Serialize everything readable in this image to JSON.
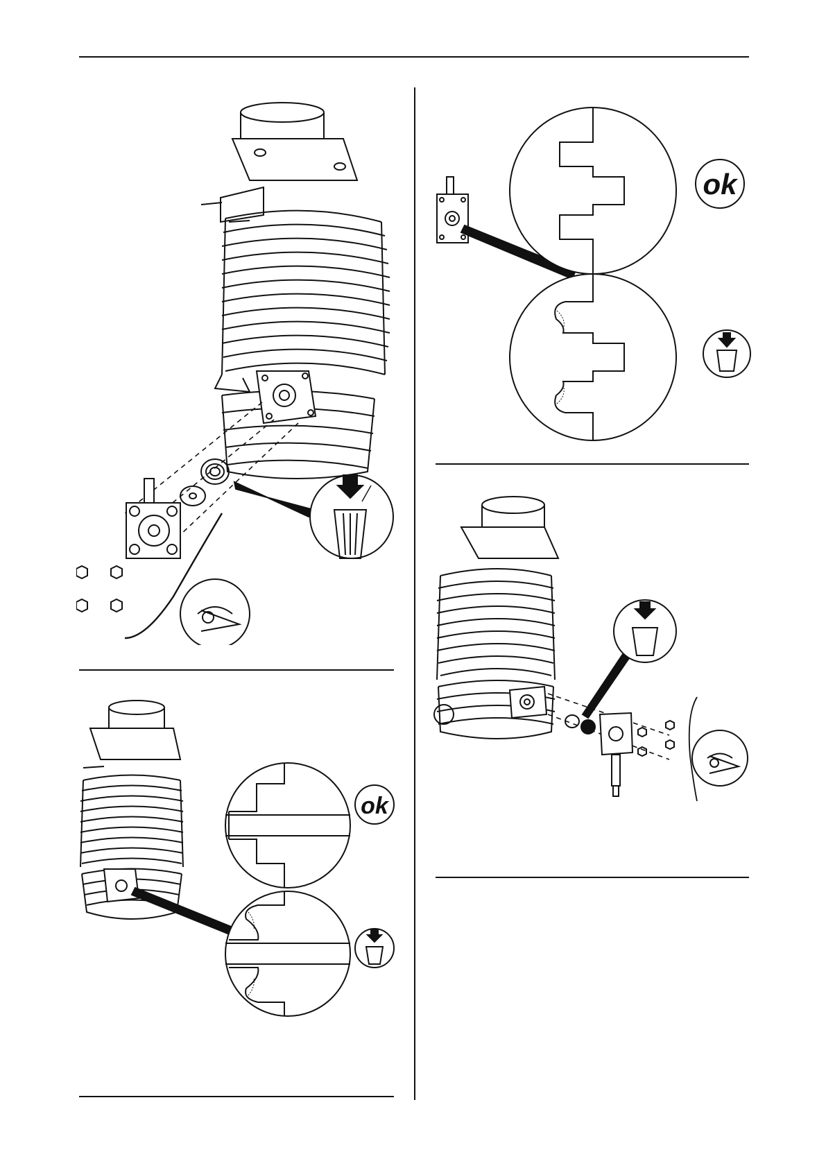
{
  "page": {
    "ink_color": "#111111",
    "paper_color": "#ffffff"
  },
  "panels": [
    {
      "id": "panel-1",
      "description_icons": [
        "cylinder-illustration",
        "gasket-icon",
        "discard-icon",
        "inspect-eye-icon",
        "screw-icon"
      ]
    },
    {
      "id": "panel-2",
      "description_icons": [
        "joint-detail-icon",
        "ok-badge",
        "discard-icon"
      ],
      "ok_label": "ok"
    },
    {
      "id": "panel-3",
      "description_icons": [
        "cylinder-illustration",
        "joint-detail-icon",
        "ok-badge",
        "discard-icon"
      ],
      "ok_label": "ok"
    },
    {
      "id": "panel-4",
      "description_icons": [
        "cylinder-illustration",
        "discard-icon",
        "inspect-eye-icon",
        "screw-icon"
      ]
    }
  ]
}
